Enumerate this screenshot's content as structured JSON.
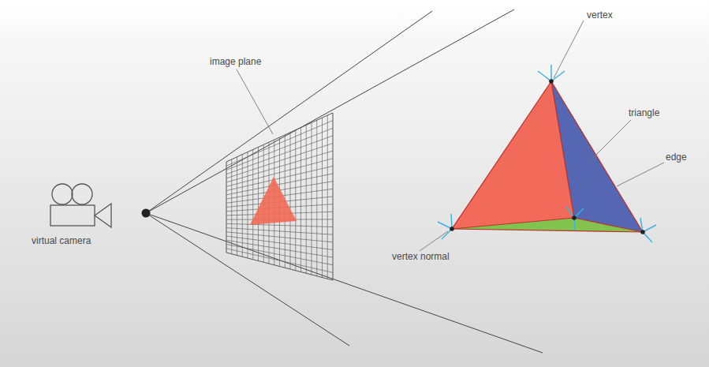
{
  "diagram": {
    "labels": [
      "vertex",
      "image plane",
      "triangle",
      "edge",
      "virtual camera",
      "vertex normal"
    ]
  }
}
